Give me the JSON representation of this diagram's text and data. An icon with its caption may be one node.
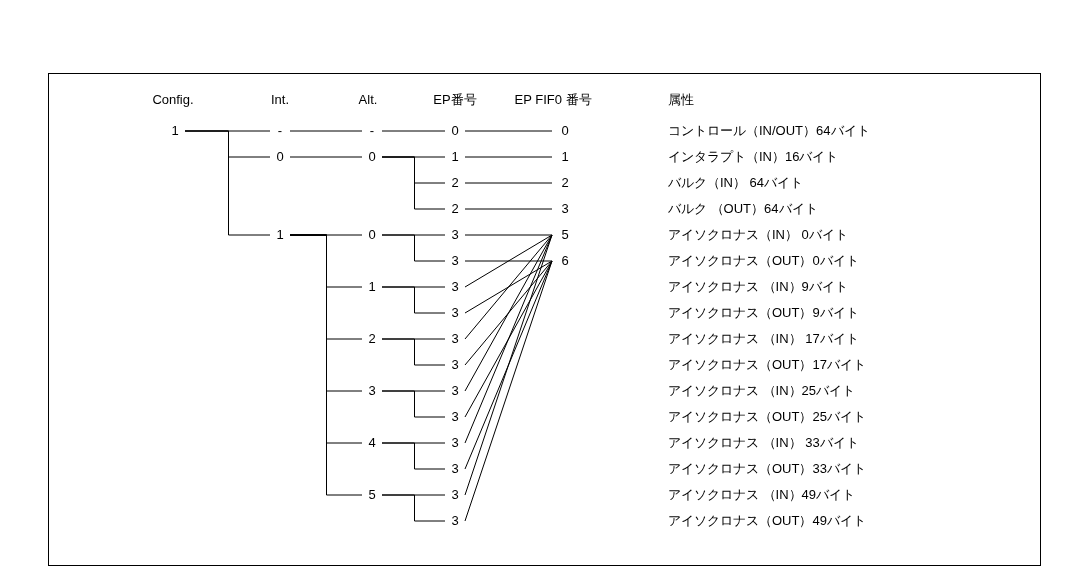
{
  "diagram": {
    "nodes": [
      {
        "text": [
          "1"
        ]
      },
      {
        "text": [
          "-"
        ]
      },
      {
        "text": [
          "-"
        ]
      },
      {
        "text": [
          "0"
        ]
      },
      {
        "text": [
          "0"
        ]
      },
      {
        "text": [
          "0"
        ]
      },
      {
        "text": [
          "0"
        ]
      },
      {
        "text": [
          "1"
        ]
      },
      {
        "text": [
          "1"
        ]
      },
      {
        "text": [
          "2"
        ]
      },
      {
        "text": [
          "2"
        ]
      },
      {
        "text": [
          "2"
        ]
      },
      {
        "text": [
          "3"
        ]
      },
      {
        "text": [
          "1"
        ]
      },
      {
        "text": [
          "0"
        ]
      },
      {
        "text": [
          "3"
        ]
      },
      {
        "text": [
          "5"
        ]
      },
      {
        "text": [
          "3"
        ]
      },
      {
        "text": [
          "6"
        ]
      },
      {
        "text": [
          "1"
        ]
      },
      {
        "text": [
          "3"
        ]
      },
      {
        "text": [
          "3"
        ]
      },
      {
        "text": [
          "2"
        ]
      },
      {
        "text": [
          "3"
        ]
      },
      {
        "text": [
          "3"
        ]
      },
      {
        "text": [
          "3"
        ]
      },
      {
        "text": [
          "3"
        ]
      },
      {
        "text": [
          "3"
        ]
      },
      {
        "text": [
          "4"
        ]
      },
      {
        "text": [
          "3"
        ]
      },
      {
        "text": [
          "3"
        ]
      },
      {
        "text": [
          "5"
        ]
      },
      {
        "text": [
          "3"
        ]
      },
      {
        "text": [
          "3"
        ]
      }
    ],
    "edges": [
      {
        "from": 0,
        "to": 1,
        "arrow": "none"
      },
      {
        "from": 1,
        "to": 2,
        "arrow": "none"
      },
      {
        "from": 2,
        "to": 3,
        "arrow": "none"
      },
      {
        "from": 3,
        "to": 4,
        "arrow": "none"
      },
      {
        "from": 0,
        "to": 5,
        "arrow": "none"
      },
      {
        "from": 5,
        "to": 6,
        "arrow": "none"
      },
      {
        "from": 6,
        "to": 7,
        "arrow": "none"
      },
      {
        "from": 7,
        "to": 8,
        "arrow": "none"
      },
      {
        "from": 6,
        "to": 9,
        "arrow": "none"
      },
      {
        "from": 9,
        "to": 10,
        "arrow": "none"
      },
      {
        "from": 6,
        "to": 11,
        "arrow": "none"
      },
      {
        "from": 11,
        "to": 12,
        "arrow": "none"
      },
      {
        "from": 0,
        "to": 13,
        "arrow": "none"
      },
      {
        "from": 13,
        "to": 14,
        "arrow": "none"
      },
      {
        "from": 14,
        "to": 15,
        "arrow": "none"
      },
      {
        "from": 15,
        "to": 16,
        "arrow": "none"
      },
      {
        "from": 14,
        "to": 17,
        "arrow": "none"
      },
      {
        "from": 17,
        "to": 18,
        "arrow": "none"
      },
      {
        "from": 13,
        "to": 19,
        "arrow": "none"
      },
      {
        "from": 19,
        "to": 20,
        "arrow": "none"
      },
      {
        "from": 19,
        "to": 21,
        "arrow": "none"
      },
      {
        "from": 20,
        "to": 16,
        "arrow": "none"
      },
      {
        "from": 21,
        "to": 18,
        "arrow": "none"
      },
      {
        "from": 13,
        "to": 22,
        "arrow": "none"
      },
      {
        "from": 22,
        "to": 23,
        "arrow": "none"
      },
      {
        "from": 22,
        "to": 24,
        "arrow": "none"
      },
      {
        "from": 23,
        "to": 16,
        "arrow": "none"
      },
      {
        "from": 24,
        "to": 18,
        "arrow": "none"
      },
      {
        "from": 13,
        "to": 25,
        "arrow": "none"
      },
      {
        "from": 25,
        "to": 26,
        "arrow": "none"
      },
      {
        "from": 25,
        "to": 27,
        "arrow": "none"
      },
      {
        "from": 26,
        "to": 16,
        "arrow": "none"
      },
      {
        "from": 27,
        "to": 18,
        "arrow": "none"
      },
      {
        "from": 13,
        "to": 28,
        "arrow": "none"
      },
      {
        "from": 28,
        "to": 29,
        "arrow": "none"
      },
      {
        "from": 28,
        "to": 30,
        "arrow": "none"
      },
      {
        "from": 29,
        "to": 16,
        "arrow": "none"
      },
      {
        "from": 30,
        "to": 18,
        "arrow": "none"
      },
      {
        "from": 13,
        "to": 31,
        "arrow": "none"
      },
      {
        "from": 31,
        "to": 32,
        "arrow": "none"
      },
      {
        "from": 31,
        "to": 33,
        "arrow": "none"
      },
      {
        "from": 32,
        "to": 16,
        "arrow": "none"
      },
      {
        "from": 33,
        "to": 18,
        "arrow": "none"
      }
    ],
    "labels": [
      "Config.",
      "Int.",
      "Alt.",
      "EP番号",
      "EP FIF0 番号",
      "属性",
      "コントロール（IN/OUT）64バイト",
      "インタラプト（IN）16バイト",
      "バルク（IN） 64バイト",
      "バルク （OUT）64バイト",
      "アイソクロナス（IN） 0バイト",
      "アイソクロナス（OUT）0バイト",
      "アイソクロナス （IN）9バイト",
      "アイソクロナス（OUT）9バイト",
      "アイソクロナス （IN） 17バイト",
      "アイソクロナス（OUT）17バイト",
      "アイソクロナス （IN）25バイト",
      "アイソクロナス（OUT）25バイト",
      "アイソクロナス （IN） 33バイト",
      "アイソクロナス（OUT）33バイト",
      "アイソクロナス （IN）49バイト",
      "アイソクロナス（OUT）49バイト"
    ]
  }
}
